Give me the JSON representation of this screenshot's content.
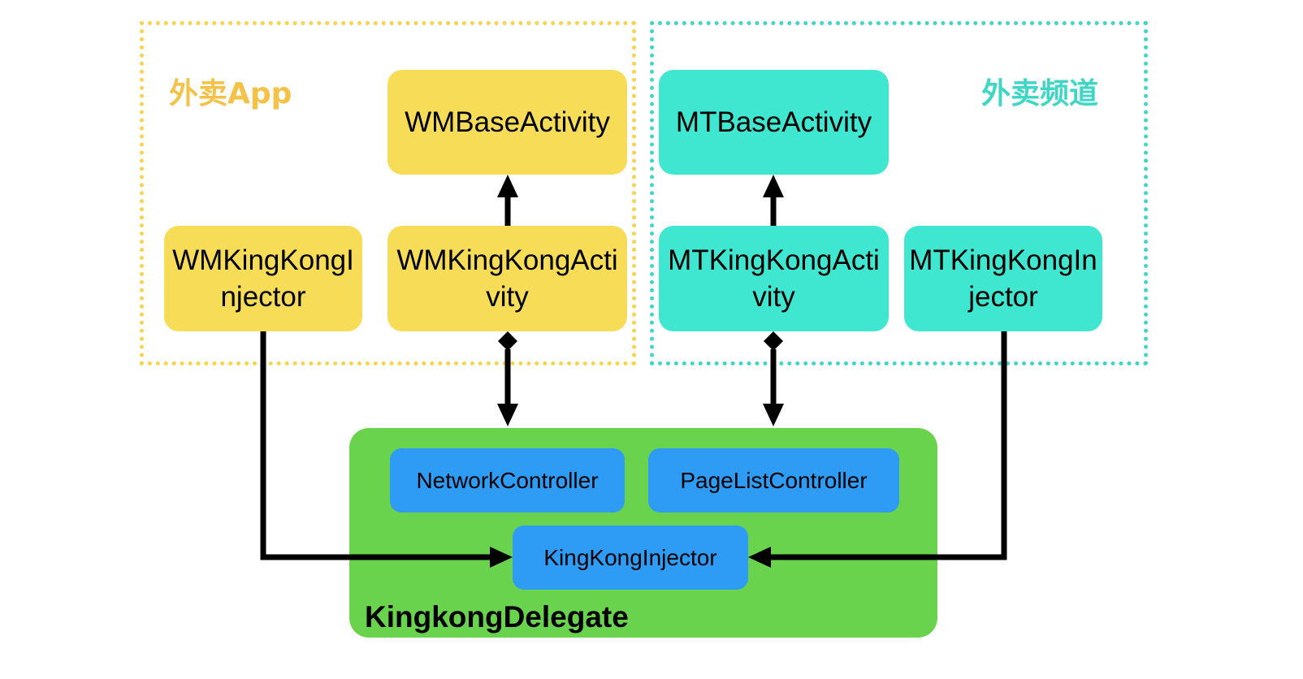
{
  "regions": {
    "app_label": "外卖App",
    "channel_label": "外卖频道"
  },
  "boxes": {
    "wm_base_activity": "WMBaseActivity",
    "wm_kingkong_injector": "WMKingKongInjector",
    "wm_kingkong_activity": "WMKingKongActivity",
    "mt_base_activity": "MTBaseActivity",
    "mt_kingkong_activity": "MTKingKongActivity",
    "mt_kingkong_injector": "MTKingKongInjector"
  },
  "delegate": {
    "label": "KingkongDelegate",
    "network_controller": "NetworkController",
    "page_list_controller": "PageListController",
    "kingkong_injector": "KingKongInjector"
  },
  "colors": {
    "yellow": "#f7dc58",
    "teal": "#3fe6d0",
    "green": "#69d34d",
    "blue": "#2e9bf5",
    "yellow_dotted": "#f7d44c",
    "teal_dotted": "#3fd6c6"
  }
}
